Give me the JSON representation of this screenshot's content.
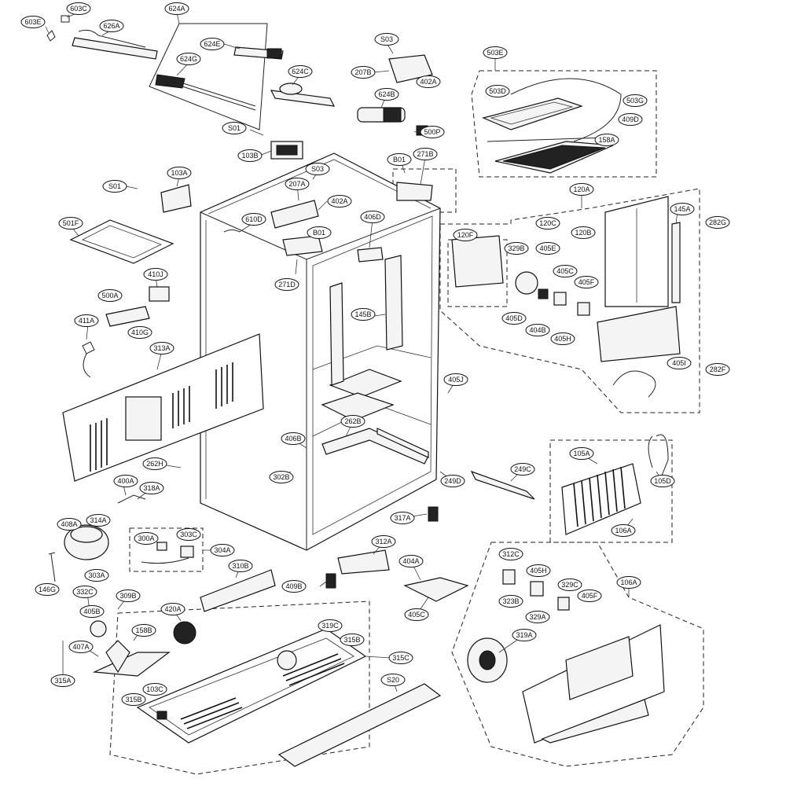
{
  "diagram": {
    "labels": [
      "603E",
      "603C",
      "626A",
      "624A",
      "624E",
      "624G",
      "624C",
      "624B",
      "S03",
      "207B",
      "402A",
      "503E",
      "503D",
      "503G",
      "409D",
      "158A",
      "S01",
      "103B",
      "500P",
      "103A",
      "S01",
      "207A",
      "S03",
      "402A",
      "B01",
      "271B",
      "120A",
      "610D",
      "B01",
      "271D",
      "406D",
      "501F",
      "282G",
      "120F",
      "120C",
      "120B",
      "145A",
      "329B",
      "405E",
      "405C",
      "405F",
      "405D",
      "404B",
      "405H",
      "410J",
      "500A",
      "411A",
      "410G",
      "145B",
      "405I",
      "282F",
      "313A",
      "405J",
      "262B",
      "406B",
      "262H",
      "105A",
      "302B",
      "249D",
      "249C",
      "105D",
      "400A",
      "318A",
      "317A",
      "106A",
      "408A",
      "314A",
      "300A",
      "303C",
      "304A",
      "303A",
      "312A",
      "146G",
      "310B",
      "312C",
      "405H",
      "404A",
      "409B",
      "106A",
      "332C",
      "309B",
      "329C",
      "405B",
      "420A",
      "323B",
      "405F",
      "329A",
      "405C",
      "158B",
      "319A",
      "407A",
      "319C",
      "315B",
      "315C",
      "315A",
      "S20",
      "103C",
      "315B",
      "315C"
    ]
  }
}
